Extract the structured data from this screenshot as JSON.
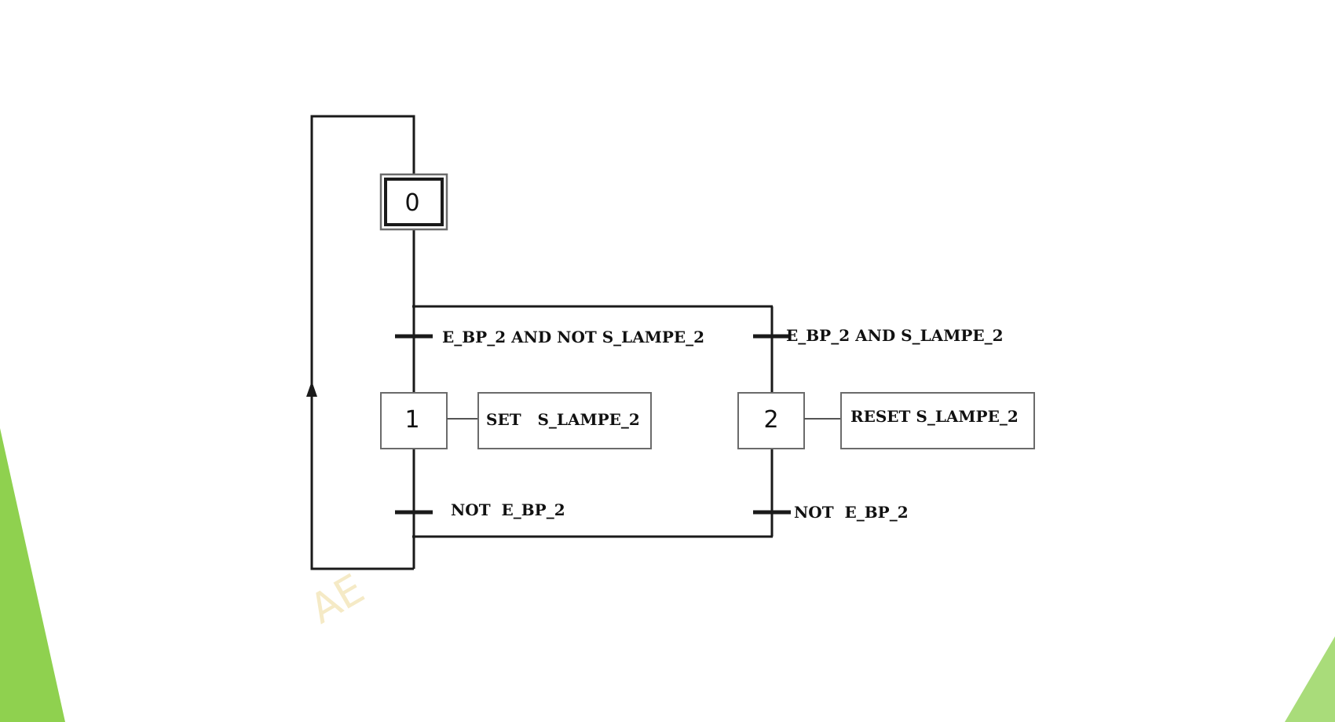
{
  "diagram": {
    "steps": {
      "initial": "0",
      "left": "1",
      "right": "2"
    },
    "actions": {
      "left": "SET   S_LAMPE_2",
      "right": "RESET S_LAMPE_2"
    },
    "transitions": {
      "left_top": "E_BP_2 AND NOT S_LAMPE_2",
      "right_top": "E_BP_2 AND S_LAMPE_2",
      "left_bottom": "NOT  E_BP_2",
      "right_bottom": "NOT  E_BP_2"
    },
    "watermark": "AE"
  },
  "decor": {
    "accent_color": "#8fd14f",
    "accent_color_light": "#a9dc7a"
  }
}
